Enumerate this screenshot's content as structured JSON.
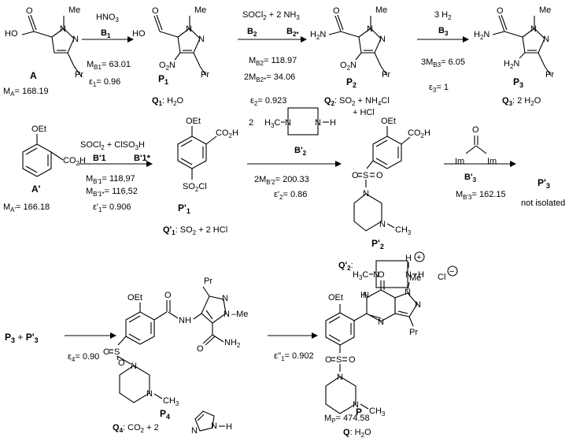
{
  "row1": {
    "A": {
      "name": "A",
      "mass": "M<sub>A</sub>= 168.19",
      "atoms": {
        "ho": "HO",
        "o": "O",
        "n1": "N",
        "n2": "N",
        "me": "Me",
        "pr": "Pr"
      }
    },
    "step1": {
      "reagent": "HNO",
      "reagent_sub": "3",
      "cat": "B",
      "cat_sub": "1",
      "mass": "M",
      "mass_sub": "B1",
      "mass_val": "= 63.01",
      "eps": "ε",
      "eps_sub": "1",
      "eps_val": "= 0.96"
    },
    "P1": {
      "name": "P",
      "name_sub": "1",
      "q": "Q",
      "q_sub": "1",
      "q_val": ": H",
      "q_sub2": "2",
      "q_end": "O",
      "atoms": {
        "ho": "HO",
        "o": "O",
        "n1": "N",
        "n2": "N",
        "me": "Me",
        "no2": "O",
        "no2b": "N",
        "no2sub": "2",
        "pr": "Pr"
      }
    },
    "step2": {
      "reagent": "SOCl",
      "reagent_sub": "2",
      "reagent_end": " + 2 NH",
      "reagent_sub2": "3",
      "cat": "B",
      "cat_sub": "2",
      "cat2": "B",
      "cat2_sub": "2*",
      "mass": "M",
      "mass_sub": "B2",
      "mass_val": "= 118.97",
      "mass2": "2M",
      "mass2_sub": "B2*",
      "mass2_val": "= 34.06",
      "eps": "ε",
      "eps_sub": "2",
      "eps_val": "= 0.923"
    },
    "P2": {
      "name": "P",
      "name_sub": "2",
      "q": "Q",
      "q_sub": "2",
      "q_val": ": SO",
      "q_sub2": "2",
      "q_end": " + NH",
      "q_end2": "4",
      "q_end3": "Cl",
      "q_line2": "+ HCl",
      "atoms": {
        "h2n": "H",
        "h2n_sub": "2",
        "h2n_end": "N",
        "o": "O",
        "n1": "N",
        "n2": "N",
        "me": "Me",
        "no2a": "O",
        "no2b": "N",
        "no2sub": "2",
        "pr": "Pr"
      }
    },
    "step3": {
      "reagent": "3 H",
      "reagent_sub": "2",
      "cat": "B",
      "cat_sub": "3",
      "mass": "3M",
      "mass_sub": "B3",
      "mass_val": "= 6.05",
      "eps": "ε",
      "eps_sub": "3",
      "eps_val": "= 1"
    },
    "P3": {
      "name": "P",
      "name_sub": "3",
      "q": "Q",
      "q_sub": "3",
      "q_val": ": 2 H",
      "q_sub2": "2",
      "q_end": "O",
      "atoms": {
        "h2n": "H",
        "h2n_sub": "2",
        "h2n_end": "N",
        "o": "O",
        "n1": "N",
        "n2": "N",
        "me": "Me",
        "h2n2": "H",
        "h2n2_sub": "2",
        "h2n2_end": "N",
        "pr": "Pr"
      }
    }
  },
  "row2": {
    "A1": {
      "name": "A'",
      "mass": "M",
      "mass_sub": "A'",
      "mass_val": "= 166.18",
      "atoms": {
        "oet": "OEt",
        "co2h": "CO",
        "co2h_sub": "2",
        "co2h_end": "H"
      }
    },
    "step1": {
      "reagent": "SOCl",
      "reagent_sub": "2",
      "reagent_end": " + ClSO",
      "reagent_sub2": "3",
      "reagent_end2": "H",
      "cat": "B'1",
      "cat2": "B'1*",
      "mass": "M",
      "mass_sub": "B'1",
      "mass_val": "= 118,97",
      "mass2": "M",
      "mass2_sub": "B'1*",
      "mass2_val": "= 116,52",
      "eps": "ε'",
      "eps_sub": "1",
      "eps_val": "= 0.906"
    },
    "P1": {
      "name": "P'",
      "name_sub": "1",
      "q": "Q'",
      "q_sub": "1",
      "q_val": ": SO",
      "q_sub2": "2",
      "q_end": " + 2 HCl",
      "atoms": {
        "oet": "OEt",
        "co2h": "CO",
        "co2h_sub": "2",
        "co2h_end": "H",
        "so2cl": "SO",
        "so2cl_sub": "2",
        "so2cl_end": "Cl"
      }
    },
    "step2": {
      "coef": "2",
      "cat": "B'",
      "cat_sub": "2",
      "mass": "2M",
      "mass_sub": "B'2",
      "mass_val": "= 200.33",
      "eps": "ε'",
      "eps_sub": "2",
      "eps_val": "= 0.86",
      "atoms": {
        "h3c": "H",
        "h3c_sub": "3",
        "h3c_end": "C",
        "n1": "N",
        "n2": "N",
        "h": "H"
      }
    },
    "P2": {
      "name": "P'",
      "name_sub": "2",
      "q": "Q'",
      "q_sub": "2",
      "q_val": ":",
      "atoms": {
        "oet": "OEt",
        "co2h": "CO",
        "co2h_sub": "2",
        "co2h_end": "H",
        "s": "S",
        "o1": "O",
        "o2": "O",
        "n1": "N",
        "n2": "N",
        "ch3": "CH",
        "ch3_sub": "3"
      },
      "salt": {
        "h3c": "H",
        "h3c_sub": "3",
        "h3c_end": "C",
        "n1": "N",
        "n2": "N",
        "h1": "H",
        "h2": "H",
        "plus": "+",
        "cl": "Cl",
        "minus": "−"
      }
    },
    "step3": {
      "cat": "B'",
      "cat_sub": "3",
      "mass": "M",
      "mass_sub": "B'3",
      "mass_val": "= 162.15",
      "atoms": {
        "o": "O",
        "im1": "Im",
        "im2": "Im"
      }
    },
    "P3": {
      "name": "P'",
      "name_sub": "3",
      "note": "not isolated"
    }
  },
  "row3": {
    "reactants": {
      "a": "P",
      "a_sub": "3",
      "plus": "+",
      "b": "P'",
      "b_sub": "3"
    },
    "step1": {
      "eps": "ε",
      "eps_sub": "4",
      "eps_val": "= 0.90"
    },
    "P4": {
      "name": "P",
      "name_sub": "4",
      "q": "Q",
      "q_sub": "4",
      "q_val": ":  CO",
      "q_sub2": "2",
      "q_end": " + 2",
      "atoms": {
        "oet": "OEt",
        "pr": "Pr",
        "o": "O",
        "nh": "N",
        "nh_h": "H",
        "n1": "N",
        "n2": "N",
        "me": "–Me",
        "o2": "O",
        "nh2": "NH",
        "nh2_sub": "2",
        "s": "S",
        "o3": "O",
        "o4": "O",
        "n3": "N",
        "n4": "N",
        "ch3": "CH",
        "ch3_sub": "3"
      },
      "imid": {
        "n1": "N",
        "n2": "N",
        "h": "H"
      }
    },
    "step2": {
      "eps": "ε''",
      "eps_sub": "1",
      "eps_val": "= 0.902"
    },
    "P": {
      "name": "P",
      "mass": "M",
      "mass_sub": "P",
      "mass_val": "= 474.58",
      "q": "Q",
      "q_val": ": H",
      "q_sub2": "2",
      "q_end": "O",
      "atoms": {
        "oet": "OEt",
        "h": "H",
        "o": "O",
        "me": "Me",
        "n1": "N",
        "n2": "N",
        "n3": "N",
        "n4": "N",
        "pr": "Pr",
        "s": "S",
        "o1": "O",
        "o2": "O",
        "n5": "N",
        "n6": "N",
        "ch3": "CH",
        "ch3_sub": "3"
      }
    }
  }
}
